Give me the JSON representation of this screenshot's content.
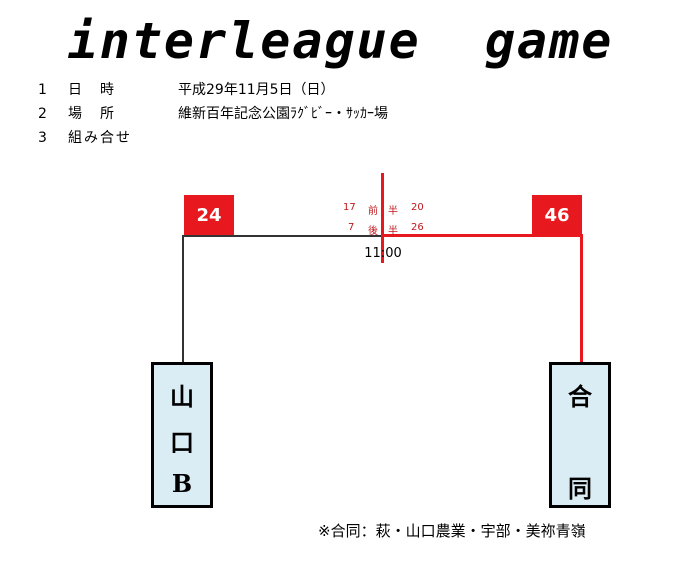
{
  "title": "interleague  game",
  "info": [
    {
      "num": "1",
      "label": "日時",
      "value": "平成29年11月5日（日）"
    },
    {
      "num": "2",
      "label": "場所",
      "value": "維新百年記念公園ﾗｸﾞﾋﾞｰ・ｻｯｶｰ場"
    },
    {
      "num": "3",
      "label": "組み合せ",
      "value": ""
    }
  ],
  "match": {
    "left_score": "24",
    "right_score": "46",
    "first_half": {
      "left": "17",
      "label": "前　半",
      "right": "20"
    },
    "second_half": {
      "left": "7",
      "label": "後　半",
      "right": "26"
    },
    "time": "11:00",
    "left_team": [
      "山",
      "口",
      "B"
    ],
    "right_team": [
      "合",
      "同"
    ]
  },
  "colors": {
    "winner": "#e8191e",
    "score_bg": "#e8191e",
    "team_bg": "#dbedf4",
    "loser_line": "#333333"
  },
  "note": "※合同：萩・山口農業・宇部・美祢青嶺"
}
